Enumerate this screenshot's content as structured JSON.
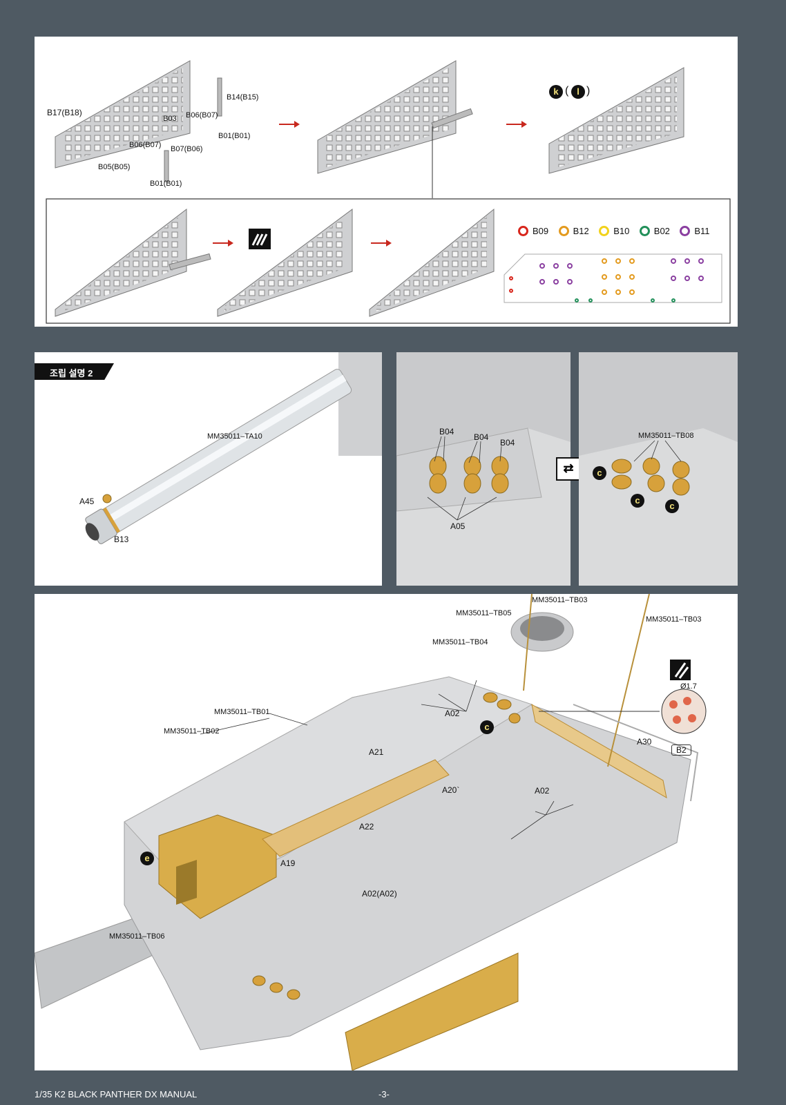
{
  "step1": {
    "labels": {
      "b17": "B17(B18)",
      "b03": "B03",
      "b06a": "B06(B07)",
      "b06b": "B06(B07)",
      "b07": "B07(B06)",
      "b05": "B05(B05)",
      "b01a": "B01(B01)",
      "b01b": "B01(B01)",
      "b14": "B14(B15)"
    },
    "marker_k": "k",
    "marker_l": "l",
    "marker_paren_open": "(",
    "marker_paren_close": ")"
  },
  "legend": [
    {
      "label": "B09",
      "color": "#d8261c"
    },
    {
      "label": "B12",
      "color": "#e39a1e"
    },
    {
      "label": "B10",
      "color": "#f2d21b"
    },
    {
      "label": "B02",
      "color": "#22905a"
    },
    {
      "label": "B11",
      "color": "#8a3fa0"
    }
  ],
  "step2": {
    "header": "조립 설명 2",
    "barrel": {
      "ta10": "MM35011–TA10",
      "a45": "A45",
      "b13": "B13"
    },
    "mid": {
      "b04a": "B04",
      "b04b": "B04",
      "b04c": "B04",
      "a05": "A05"
    },
    "right": {
      "tb08": "MM35011–TB08",
      "c": "c"
    }
  },
  "step3": {
    "labels": {
      "tb03a": "MM35011–TB03",
      "tb03b": "MM35011–TB03",
      "tb05": "MM35011–TB05",
      "tb04": "MM35011–TB04",
      "tb01": "MM35011–TB01",
      "tb02": "MM35011–TB02",
      "a02a": "A02",
      "a02b": "A02",
      "a21": "A21",
      "a20": "A20`",
      "a22": "A22",
      "a19": "A19",
      "a02c": "A02(A02)",
      "tb06": "MM35011–TB06",
      "a30": "A30",
      "b2": "B2",
      "dia": "Ø1.7",
      "c": "c",
      "e": "e"
    }
  },
  "footer": {
    "title": "1/35 K2 BLACK PANTHER DX MANUAL",
    "page": "-3-"
  }
}
